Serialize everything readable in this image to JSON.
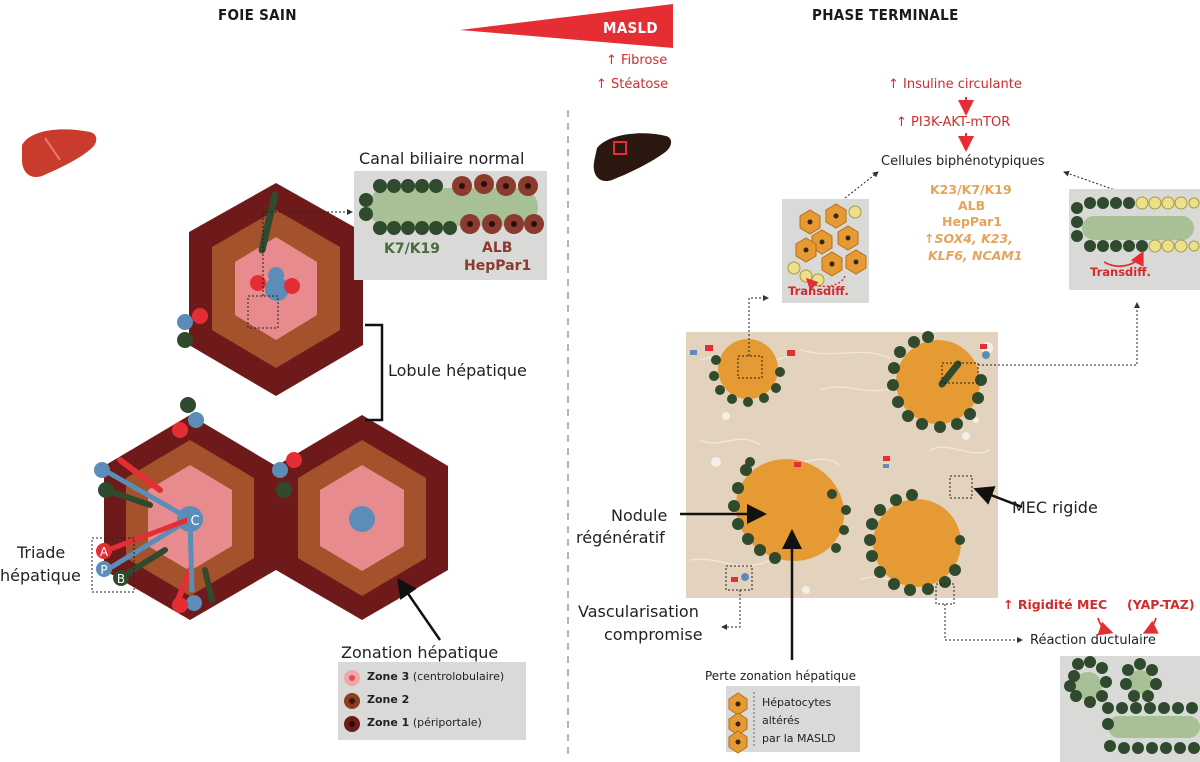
{
  "titles": {
    "left": "FOIE SAIN",
    "right": "PHASE TERMINALE",
    "masld": "MASLD"
  },
  "masld_effects": [
    "↑ Fibrose",
    "↑ Stéatose"
  ],
  "healthy": {
    "canal_title": "Canal biliaire normal",
    "canal_markers_green": "K7/K19",
    "canal_markers_red_1": "ALB",
    "canal_markers_red_2": "HepPar1",
    "lobule_label": "Lobule hépatique",
    "triade_label_1": "Triade",
    "triade_label_2": "hépatique",
    "triad_letters": {
      "artery": "A",
      "portal": "P",
      "bile": "B",
      "central": "C"
    },
    "zonation_title": "Zonation hépatique",
    "zones": [
      {
        "name": "Zone 3",
        "desc": "(centrolobulaire)",
        "color": "#e88b8f"
      },
      {
        "name": "Zone 2",
        "desc": "",
        "color": "#a4522c"
      },
      {
        "name": "Zone 1",
        "desc": "(périportale)",
        "color": "#6e1a1b"
      }
    ]
  },
  "terminal": {
    "pathway": [
      "↑  Insuline circulante",
      "↑  PI3K-AKT-mTOR",
      "Cellules biphénotypiques"
    ],
    "biphenotypic_markers": [
      "K23/K7/K19",
      "ALB",
      "HepPar1",
      "↑SOX4, K23,",
      "KLF6, NCAM1"
    ],
    "transdiff": "Transdiff.",
    "nodule_label_1": "Nodule",
    "nodule_label_2": "régénératif",
    "mec_label": "MEC rigide",
    "vasc_label_1": "Vascularisation",
    "vasc_label_2": "compromise",
    "perte_label": "Perte zonation hépatique",
    "hepatocytes_legend": [
      "Hépatocytes",
      "altérés",
      "par la MASLD"
    ],
    "rigidite": "↑ Rigidité MEC",
    "yap_taz": "(YAP-TAZ)",
    "reaction": "Réaction ductulaire"
  },
  "colors": {
    "red": "#e52d34",
    "dark_red": "#6e1a1b",
    "brown": "#a4522c",
    "pink": "#e88b8f",
    "blue": "#5b8db8",
    "dark_green": "#2f4a2c",
    "orange": "#e59a33",
    "tissue": "#e3d3be"
  }
}
